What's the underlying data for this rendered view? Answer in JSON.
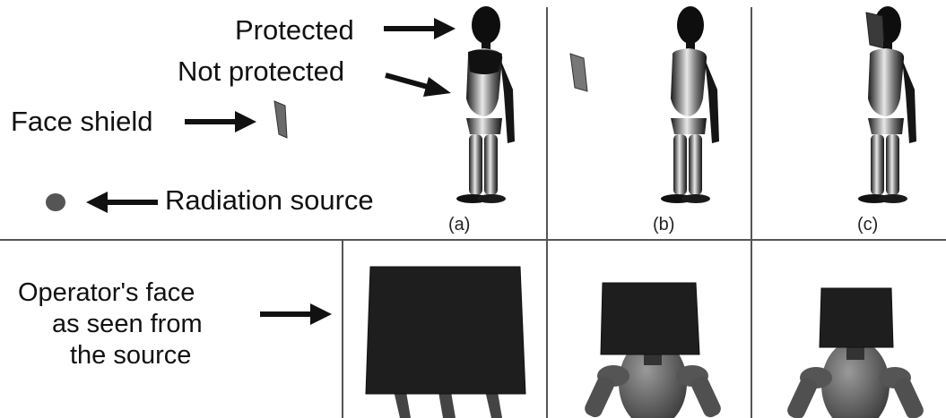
{
  "labels": {
    "protected": "Protected",
    "not_protected": "Not protected",
    "face_shield": "Face shield",
    "radiation_source": "Radiation source",
    "operator_face_lines": [
      "Operator's face",
      "as seen from",
      "the source"
    ]
  },
  "captions": {
    "a": "(a)",
    "b": "(b)",
    "c": "(c)"
  }
}
